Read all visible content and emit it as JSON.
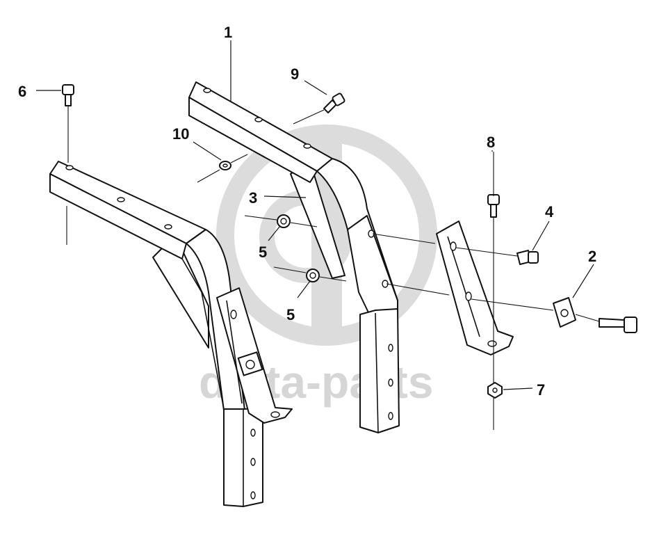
{
  "watermark": {
    "text": "delta-parts"
  },
  "callouts": [
    {
      "id": "c1",
      "label": "1"
    },
    {
      "id": "c2",
      "label": "2"
    },
    {
      "id": "c3",
      "label": "3"
    },
    {
      "id": "c4",
      "label": "4"
    },
    {
      "id": "c5a",
      "label": "5"
    },
    {
      "id": "c5b",
      "label": "5"
    },
    {
      "id": "c6",
      "label": "6"
    },
    {
      "id": "c7",
      "label": "7"
    },
    {
      "id": "c8",
      "label": "8"
    },
    {
      "id": "c9",
      "label": "9"
    },
    {
      "id": "c10",
      "label": "10"
    }
  ],
  "colors": {
    "line": "#111111",
    "watermark": "#d6d6d6",
    "background": "#ffffff"
  }
}
